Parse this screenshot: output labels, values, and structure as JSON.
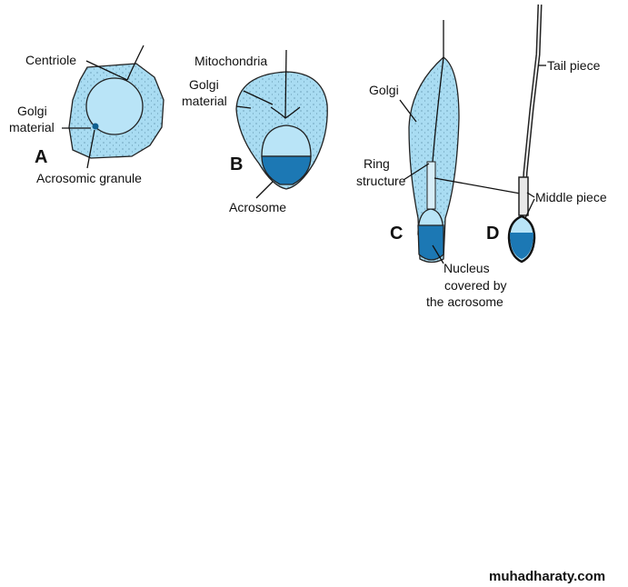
{
  "colors": {
    "cytoplasm": "#a9dcf2",
    "nucleus": "#b9e4f7",
    "acrosome": "#1c78b4",
    "outline": "#222222"
  },
  "stages": {
    "A": {
      "letter": "A",
      "centriole": "Centriole",
      "golgi_1": "Golgi",
      "golgi_2": "material",
      "acrosomic_granule": "Acrosomic granule"
    },
    "B": {
      "letter": "B",
      "mitochondria": "Mitochondria",
      "golgi_1": "Golgi",
      "golgi_2": "material",
      "acrosome": "Acrosome"
    },
    "C": {
      "letter": "C",
      "golgi": "Golgi",
      "ring_1": "Ring",
      "ring_2": "structure",
      "nucleus_1": "Nucleus",
      "nucleus_2": "covered by",
      "nucleus_3": "the acrosome"
    },
    "D": {
      "letter": "D",
      "tail_piece": "Tail piece",
      "middle_piece": "Middle piece"
    }
  },
  "watermark": "muhadharaty.com"
}
